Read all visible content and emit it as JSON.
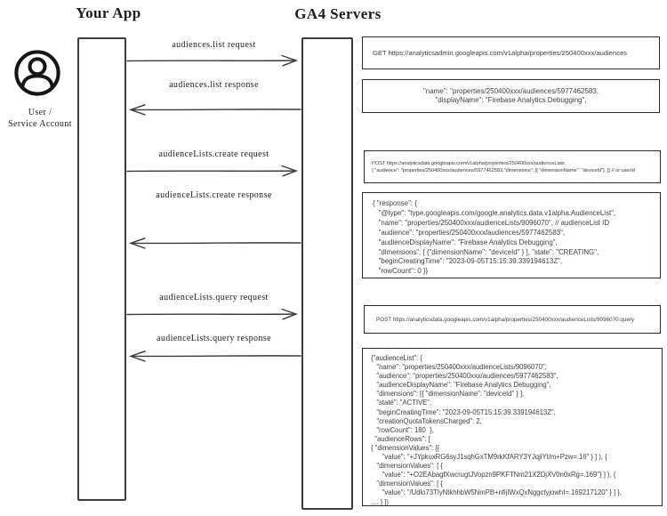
{
  "colors": {
    "background": "#ffffff",
    "stroke": "#3a3a3a",
    "code_border": "#2b2b2b",
    "code_text": "#3f3f3f",
    "sketch_text": "#1d1d1d"
  },
  "actors": {
    "user": {
      "label": [
        "User /",
        "Service Account"
      ],
      "icon": "user-icon"
    },
    "app": {
      "title": "Your App"
    },
    "ga4": {
      "title": "GA4 Servers"
    }
  },
  "messages": [
    {
      "label": "audiences.list request",
      "direction": "right"
    },
    {
      "label": "audiences.list response",
      "direction": "left"
    },
    {
      "label": "audienceLists.create request",
      "direction": "right"
    },
    {
      "label": "audienceLists.create response",
      "direction": "left"
    },
    {
      "label": "audienceLists.query request",
      "direction": "right"
    },
    {
      "label": "audienceLists.query response",
      "direction": "left"
    }
  ],
  "code_boxes": [
    {
      "name": "audiences-list-request-detail",
      "lines": [
        "GET https://analyticsadmin.googleapis.com/v1alpha/properties/250400xxx/audiences"
      ]
    },
    {
      "name": "audiences-list-response-detail",
      "lines": [
        "\"name\": \"properties/250400xxx/audiences/5977462583,",
        "\"displayName\": \"Firebase Analytics Debugging\","
      ]
    },
    {
      "name": "audiencelists-create-request-detail",
      "lines": [
        "POST https://analyticsdata.googleapis.com/v1alpha/properties/250400xxx/audienceLists",
        "{ \"audience\": \"properties/250400xxx/audiences/5977462583,\"dimensions\": [{ \"dimensionName\": \"deviceId\"}  ]} // or userId"
      ]
    },
    {
      "name": "audiencelists-create-response-detail",
      "lines": [
        "{ \"response\": {",
        "   \"@type\": \"type.googleapis.com/google.analytics.data.v1alpha.AudienceList\",",
        "   \"name\": \"properties/250400xxx/audienceLists/9096070\", // audienceList ID",
        "   \"audience\": \"properties/250400xxx/audiences/5977462583\",",
        "   \"audienceDisplayName\": \"Firebase Analytics Debugging\",",
        "   \"dimensions\": [ {\"dimensionName\": \"deviceId\" } ], \"state\": \"CREATING\",",
        "   \"beginCreatingTime\": \"2023-09-05T15:15:39.339194613Z\",",
        "   \"rowCount\": 0 }}"
      ]
    },
    {
      "name": "audiencelists-query-request-detail",
      "lines": [
        "POST https://analyticsdata.googleapis.com/v1alpha/properties/250400xxx/audienceLists/9096070:query"
      ]
    },
    {
      "name": "audiencelists-query-response-detail",
      "lines": [
        "{\"audienceList\": {",
        "   \"name\": \"properties/250400xxx/audienceLists/9096070\",",
        "   \"audience\": \"properties/250400xxx/audiences/5977462583\",",
        "   \"audienceDisplayName\": \"Firebase Analytics Debugging\",",
        "   \"dimensions\": [{ \"dimensionName\": \"deviceId\" } ],",
        "   \"state\": \"ACTIVE\",",
        "   \"beginCreatingTime\": \"2023-09-05T15:15:39.339194613Z\",",
        "   \"creationQuotaTokensCharged\": 2,",
        "   \"rowCount\": 180  },",
        "  \"audienceRows\": [",
        "{ \"dimensionValues\": [{",
        "      \"value\": \"+JYpkuxRG6syJ1sqhGxTM9rkKfARY3YJqjiYt/m+Pzw=.16\" } ] ), {",
        "   \"dimensionValues\": [ {",
        "      \"value\": \"+O2EAbagfXwcrugtJVopzn9PKFTNm21X2DjXV0n0xRg=.169\"} ] ), {",
        "   \"dimensionValues\": [ {",
        "      \"value\": \"/Udlo73TIyNtkhhbW5NmPB+nfijIWxQxNggctyjowhI=.169217120\" } ] },",
        ".... } ])"
      ]
    }
  ]
}
